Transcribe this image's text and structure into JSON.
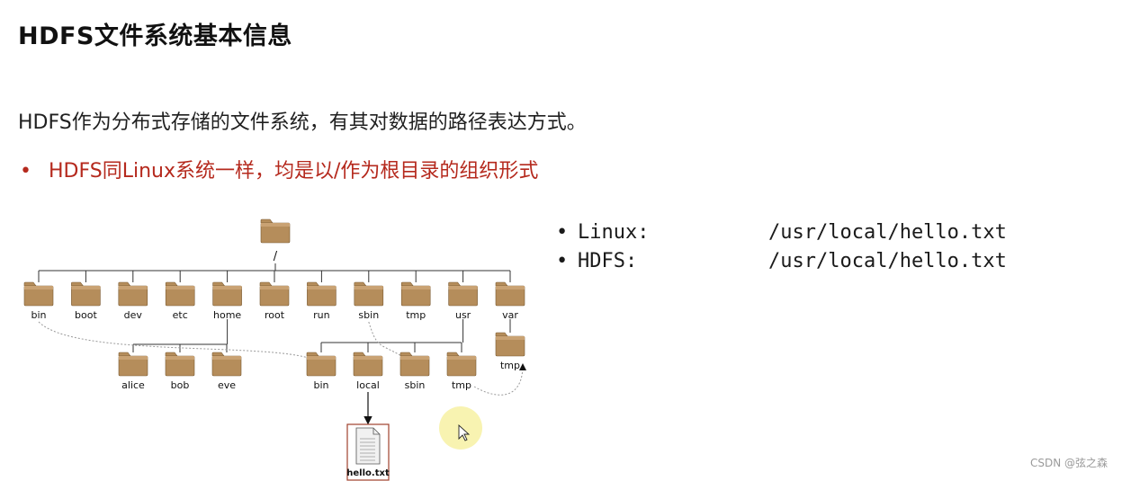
{
  "slide": {
    "title": "HDFS文件系统基本信息",
    "intro": "HDFS作为分布式存储的文件系统，有其对数据的路径表达方式。",
    "bullet_marker": "•",
    "bullet_text": "HDFS同Linux系统一样，均是以/作为根目录的组织形式",
    "bullet_color": "#b5291d"
  },
  "paths": [
    {
      "label": "Linux:",
      "value": "/usr/local/hello.txt"
    },
    {
      "label": "HDFS:",
      "value": "/usr/local/hello.txt"
    }
  ],
  "tree": {
    "root_label": "/",
    "level1": [
      "bin",
      "boot",
      "dev",
      "etc",
      "home",
      "root",
      "run",
      "sbin",
      "tmp",
      "usr",
      "var"
    ],
    "home_children": [
      "alice",
      "bob",
      "eve"
    ],
    "usr_children": [
      "bin",
      "local",
      "sbin",
      "tmp"
    ],
    "var_children": [
      "tmp"
    ],
    "file_label": "hello.txt",
    "folder_color": "#b58d5b"
  },
  "watermark": "CSDN @弦之森"
}
